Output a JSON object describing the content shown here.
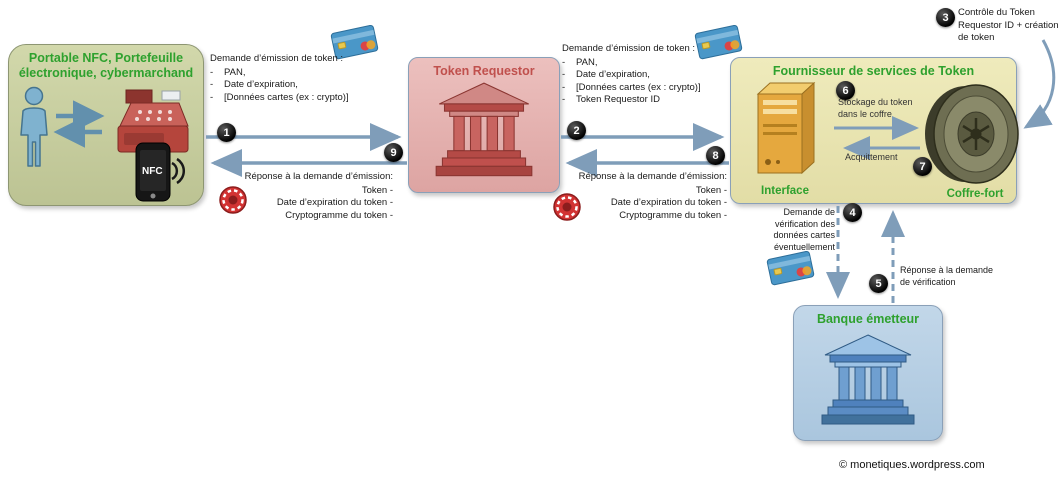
{
  "colors": {
    "arrow": "#7f9db9",
    "wallet_title": "#2ea12e",
    "token_requestor_title": "#c0504d",
    "tsp_title": "#2ea12e",
    "issuer_title": "#2ea12e",
    "step_badge": "#000000"
  },
  "boxes": {
    "wallet": {
      "title_line1": "Portable NFC, Portefeuille",
      "title_line2": "électronique, cybermarchand",
      "nfc_label": "NFC"
    },
    "token_requestor": {
      "title": "Token Requestor"
    },
    "tsp": {
      "title": "Fournisseur de services de Token",
      "interface_label": "Interface",
      "vault_label": "Coffre-fort",
      "store_label": "Stockage du token dans le coffre",
      "ack_label": "Acquittement"
    },
    "issuer": {
      "title": "Banque émetteur"
    }
  },
  "messages": {
    "bullet": "-",
    "request_left": {
      "title": "Demande d’émission de token :",
      "items": [
        "PAN,",
        "Date d’expiration,",
        "[Données cartes (ex : crypto)]"
      ]
    },
    "request_right": {
      "title": "Demande d’émission de token :",
      "items": [
        "PAN,",
        "Date d’expiration,",
        "[Données cartes (ex : crypto)]",
        "Token Requestor ID"
      ]
    },
    "response": {
      "title": "Réponse à la demande d’émission:",
      "items": [
        "Token -",
        "Date d’expiration du token -",
        "Cryptogramme du token -"
      ]
    },
    "control": "Contrôle du Token Requestor ID + création de token",
    "verify_request": "Demande de vérification des données cartes éventuellement",
    "verify_response": "Réponse à la demande de vérification"
  },
  "steps": {
    "s1": "1",
    "s2": "2",
    "s3": "3",
    "s4": "4",
    "s5": "5",
    "s6": "6",
    "s7": "7",
    "s8": "8",
    "s9": "9"
  },
  "footer": {
    "copyright": "© monetiques.wordpress.com"
  }
}
